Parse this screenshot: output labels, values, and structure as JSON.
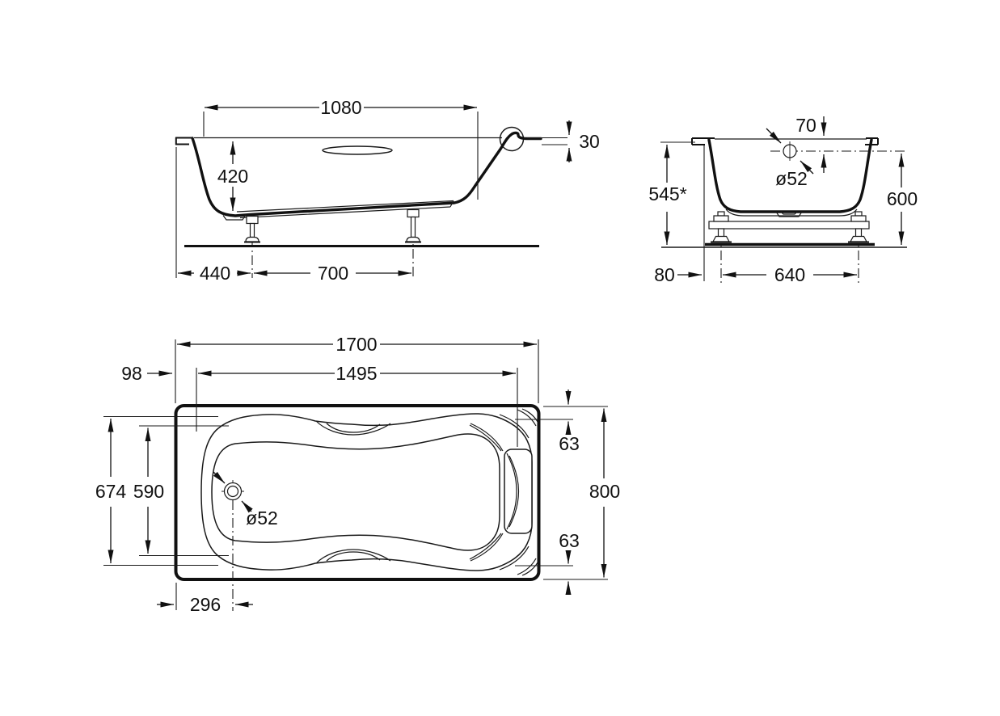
{
  "drawing": {
    "side_view": {
      "length_1080": "1080",
      "rim_height_30": "30",
      "depth_420": "420",
      "foot_offset_440": "440",
      "foot_spacing_700": "700"
    },
    "end_view": {
      "overflow_offset_70": "70",
      "overflow_diameter": "ø52",
      "height_545": "545*",
      "height_600": "600",
      "edge_offset_80": "80",
      "foot_spacing_640": "640"
    },
    "plan_view": {
      "length_1700": "1700",
      "inner_length_1495": "1495",
      "end_offset_98": "98",
      "width_674": "674",
      "width_590": "590",
      "drain_diameter": "ø52",
      "top_gap_63": "63",
      "width_800": "800",
      "bottom_gap_63": "63",
      "drain_offset_296": "296"
    }
  },
  "colors": {
    "line": "#1a1a1a",
    "background": "#ffffff"
  }
}
